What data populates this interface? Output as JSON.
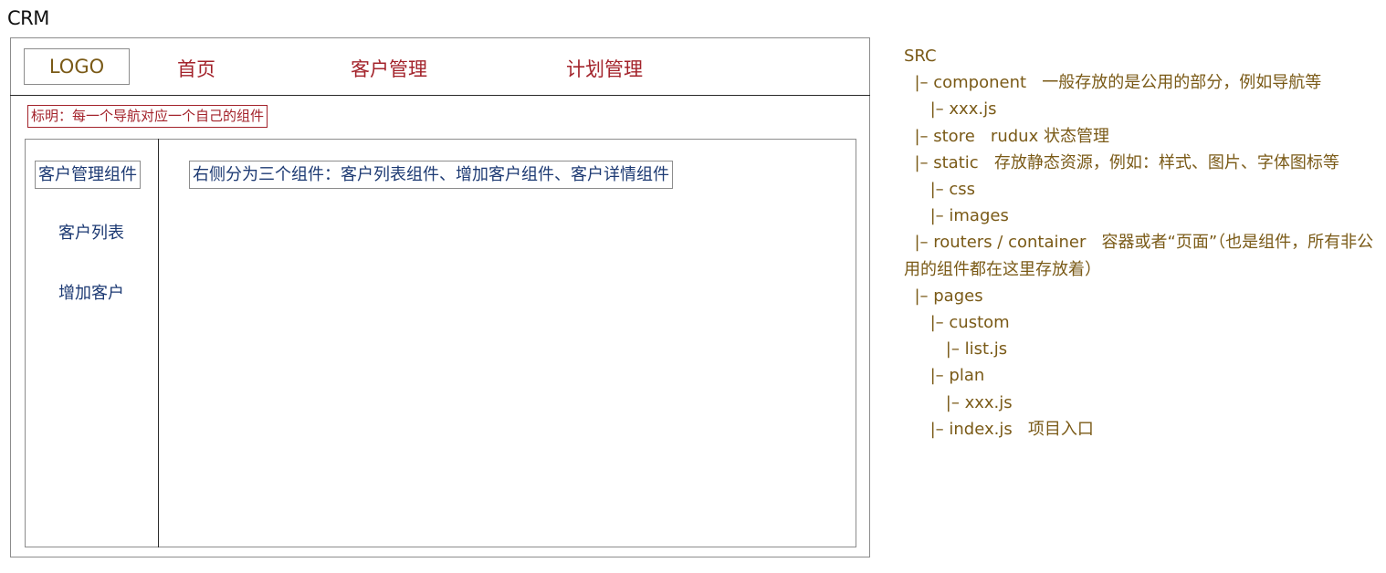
{
  "title": "CRM",
  "header": {
    "logo": "LOGO",
    "nav": [
      "首页",
      "客户管理",
      "计划管理"
    ]
  },
  "note": "标明：每一个导航对应一个自己的组件",
  "sidebar": {
    "title": "客户管理组件",
    "items": [
      "客户列表",
      "增加客户"
    ]
  },
  "content": {
    "description": "右侧分为三个组件：客户列表组件、增加客户组件、客户详情组件"
  },
  "tree": {
    "lines": [
      "SRC",
      "  |– component   一般存放的是公用的部分，例如导航等",
      "     |– xxx.js",
      "  |– store   rudux 状态管理",
      "  |– static   存放静态资源，例如：样式、图片、字体图标等",
      "     |– css",
      "     |– images",
      "  |– routers / container   容器或者“页面”（也是组件，所有非公用的组件都在这里存放着）",
      "  |– pages",
      "     |– custom",
      "        |– list.js",
      "     |– plan",
      "        |– xxx.js",
      "     |– index.js   项目入口"
    ]
  },
  "colors": {
    "nav_text": "#a3232b",
    "logo_text": "#7a5a17",
    "component_text": "#1d3a73",
    "tree_text": "#7a5a17",
    "frame_border": "#8c8c8c"
  }
}
